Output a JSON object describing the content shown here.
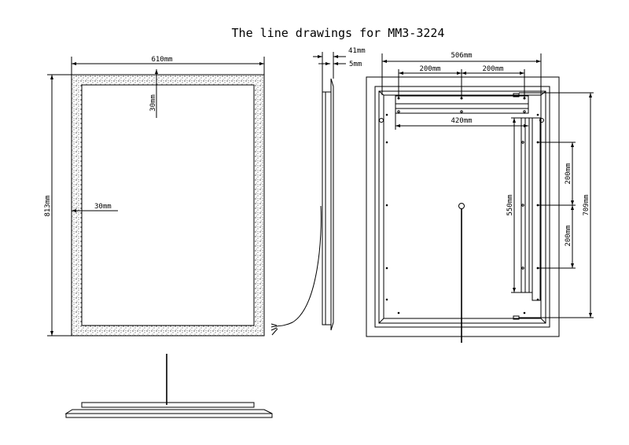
{
  "title": "The line drawings for MM3-3224",
  "front_view": {
    "width": "610mm",
    "height": "813mm",
    "border_top": "30mm",
    "border_side": "30mm"
  },
  "side_view": {
    "depth": "41mm",
    "glass": "5mm"
  },
  "back_view": {
    "bracket_width": "506mm",
    "hole_spacing_left": "200mm",
    "hole_spacing_right": "200mm",
    "rail_length": "420mm",
    "vertical_rail": "550mm",
    "vertical_spacing_top": "200mm",
    "vertical_spacing_bottom": "200mm",
    "frame_height": "709mm"
  }
}
